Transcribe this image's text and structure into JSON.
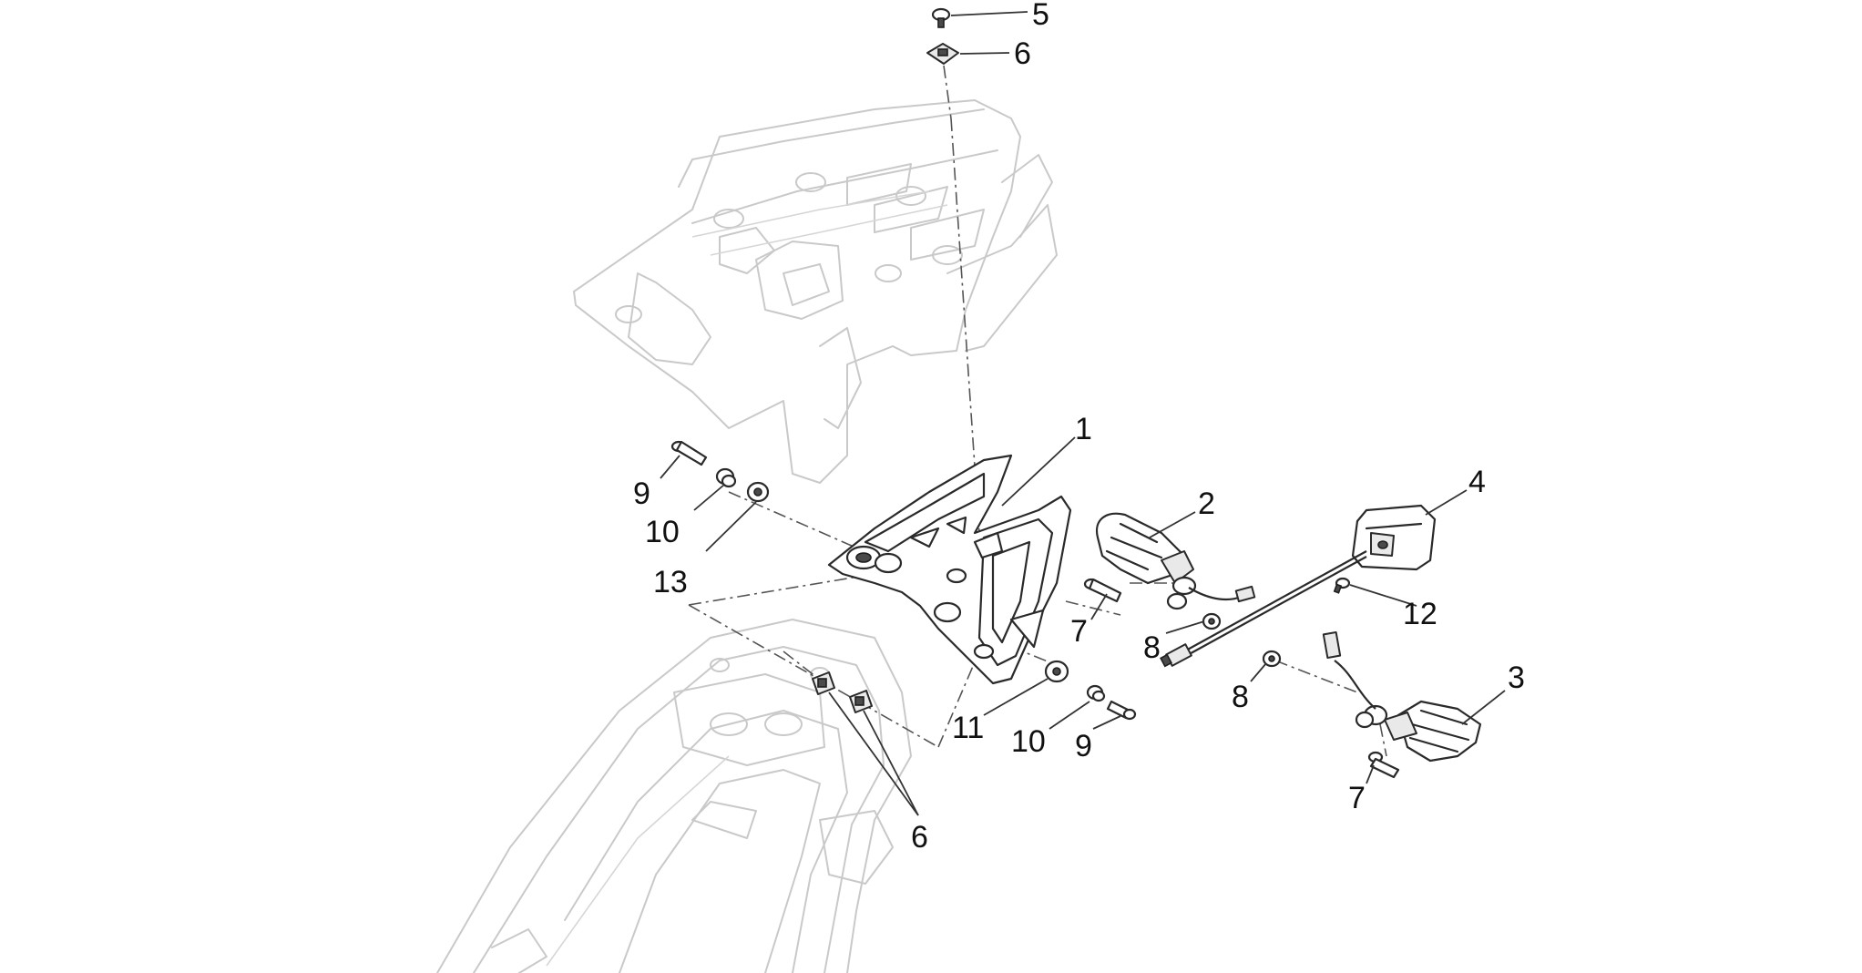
{
  "diagram": {
    "callouts": [
      {
        "id": "c5",
        "label": "5"
      },
      {
        "id": "c6-top",
        "label": "6"
      },
      {
        "id": "c1",
        "label": "1"
      },
      {
        "id": "c2",
        "label": "2"
      },
      {
        "id": "c4",
        "label": "4"
      },
      {
        "id": "c9-left",
        "label": "9"
      },
      {
        "id": "c10-left",
        "label": "10"
      },
      {
        "id": "c13",
        "label": "13"
      },
      {
        "id": "c7-mid",
        "label": "7"
      },
      {
        "id": "c12",
        "label": "12"
      },
      {
        "id": "c8-mid",
        "label": "8"
      },
      {
        "id": "c3",
        "label": "3"
      },
      {
        "id": "c8-right",
        "label": "8"
      },
      {
        "id": "c11",
        "label": "11"
      },
      {
        "id": "c10-right",
        "label": "10"
      },
      {
        "id": "c9-right",
        "label": "9"
      },
      {
        "id": "c7-right",
        "label": "7"
      },
      {
        "id": "c6-bottom",
        "label": "6"
      }
    ]
  }
}
